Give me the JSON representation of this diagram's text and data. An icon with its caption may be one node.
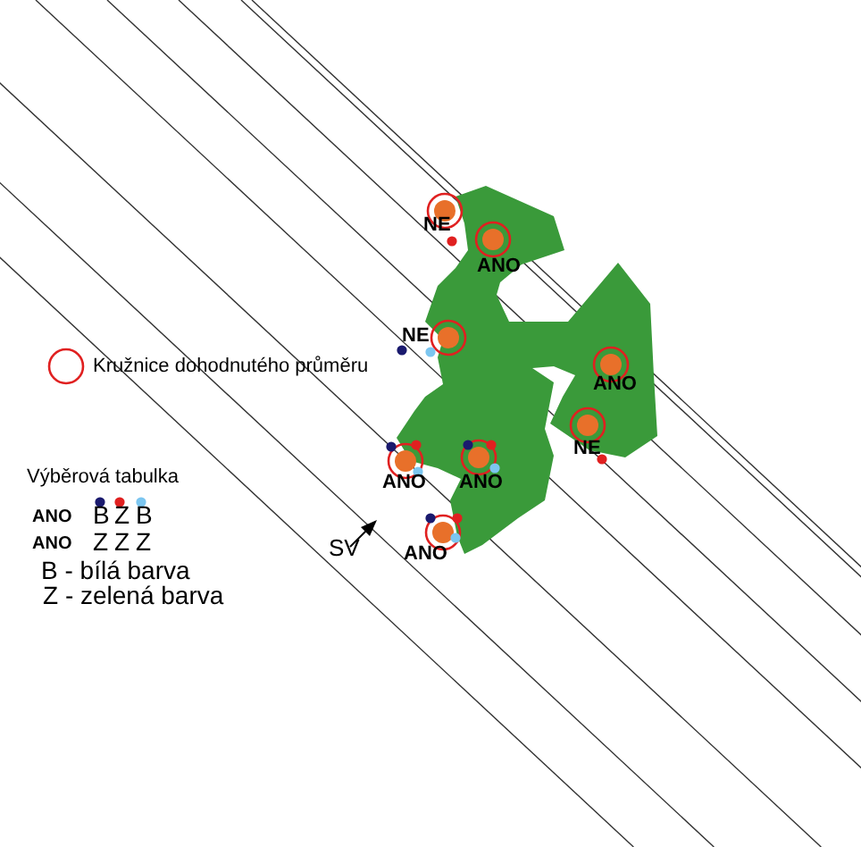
{
  "diagram": {
    "labels": [
      "NE",
      "ANO",
      "NE",
      "ANO",
      "NE",
      "ANO",
      "ANO",
      "ANO",
      "Výběrová tabulka",
      "ANO",
      "B",
      "Z",
      "B",
      "ANO",
      "Z",
      "Z",
      "Z",
      "B - bílá barva",
      "Z - zelená barva",
      "SV"
    ],
    "legend": [
      {
        "text": "Kružnice dohodnutého průměru"
      }
    ]
  }
}
